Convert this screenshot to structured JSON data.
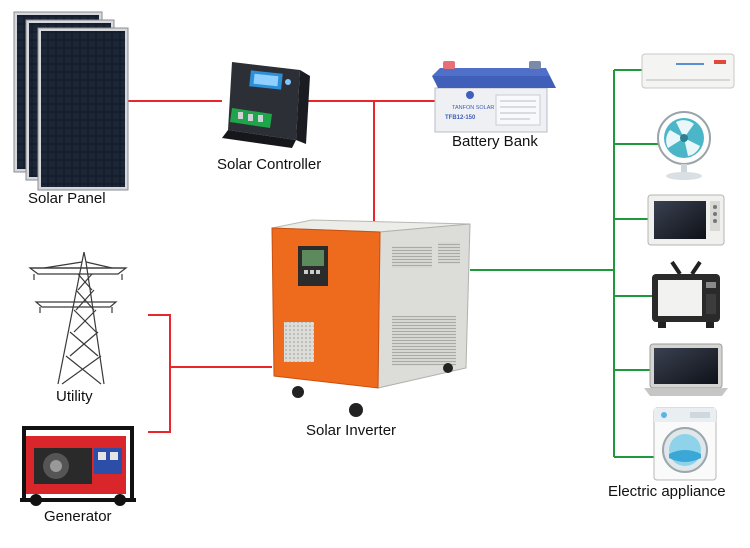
{
  "labels": {
    "solar_panel": "Solar Panel",
    "solar_controller": "Solar Controller",
    "battery_bank": "Battery Bank",
    "utility": "Utility",
    "generator": "Generator",
    "solar_inverter": "Solar Inverter",
    "electric_appliance": "Electric appliance"
  },
  "device_text": {
    "battery_brand": "TANFON SOLAR",
    "battery_model": "TFB12-150"
  },
  "colors": {
    "dc_line": "#e8262b",
    "ac_out_line": "#1e9a3c",
    "inverter_front": "#ee6a1d",
    "inverter_body": "#dcdcd8",
    "controller_body": "#2c2f36",
    "controller_display": "#2e8fd9",
    "battery_case": "#eef0f4",
    "battery_lid": "#3f5fb8"
  },
  "appliances": [
    "air-conditioner",
    "fan",
    "microwave",
    "television",
    "laptop",
    "washing-machine"
  ]
}
